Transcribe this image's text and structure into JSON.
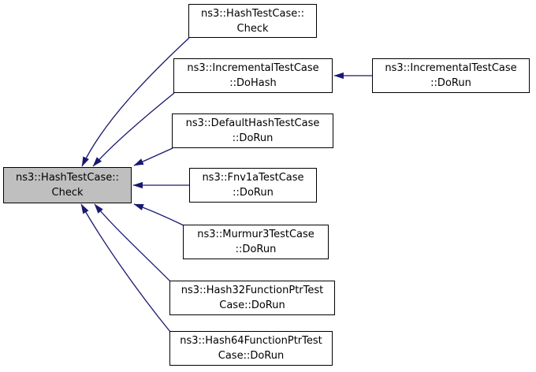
{
  "diagram": {
    "type": "doxygen-caller-graph",
    "colors": {
      "edge": "#191970",
      "node_border": "#000000",
      "node_fill": "#ffffff",
      "highlight_fill": "#bfbfbf",
      "text": "#000000",
      "background": "#ffffff"
    },
    "nodes": {
      "check_main": {
        "line1": "ns3::HashTestCase::",
        "line2": "Check",
        "highlighted": true
      },
      "check_top": {
        "line1": "ns3::HashTestCase::",
        "line2": "Check",
        "highlighted": false
      },
      "incremental_dohash": {
        "line1": "ns3::IncrementalTestCase",
        "line2": "::DoHash",
        "highlighted": false
      },
      "incremental_dorun": {
        "line1": "ns3::IncrementalTestCase",
        "line2": "::DoRun",
        "highlighted": false
      },
      "defaulthash_dorun": {
        "line1": "ns3::DefaultHashTestCase",
        "line2": "::DoRun",
        "highlighted": false
      },
      "fnv1a_dorun": {
        "line1": "ns3::Fnv1aTestCase",
        "line2": "::DoRun",
        "highlighted": false
      },
      "murmur3_dorun": {
        "line1": "ns3::Murmur3TestCase",
        "line2": "::DoRun",
        "highlighted": false
      },
      "hash32_dorun": {
        "line1": "ns3::Hash32FunctionPtrTest",
        "line2": "Case::DoRun",
        "highlighted": false
      },
      "hash64_dorun": {
        "line1": "ns3::Hash64FunctionPtrTest",
        "line2": "Case::DoRun",
        "highlighted": false
      }
    },
    "edges": [
      {
        "from": "check_top",
        "to": "check_main"
      },
      {
        "from": "incremental_dohash",
        "to": "check_main"
      },
      {
        "from": "incremental_dorun",
        "to": "incremental_dohash"
      },
      {
        "from": "defaulthash_dorun",
        "to": "check_main"
      },
      {
        "from": "fnv1a_dorun",
        "to": "check_main"
      },
      {
        "from": "murmur3_dorun",
        "to": "check_main"
      },
      {
        "from": "hash32_dorun",
        "to": "check_main"
      },
      {
        "from": "hash64_dorun",
        "to": "check_main"
      }
    ]
  }
}
